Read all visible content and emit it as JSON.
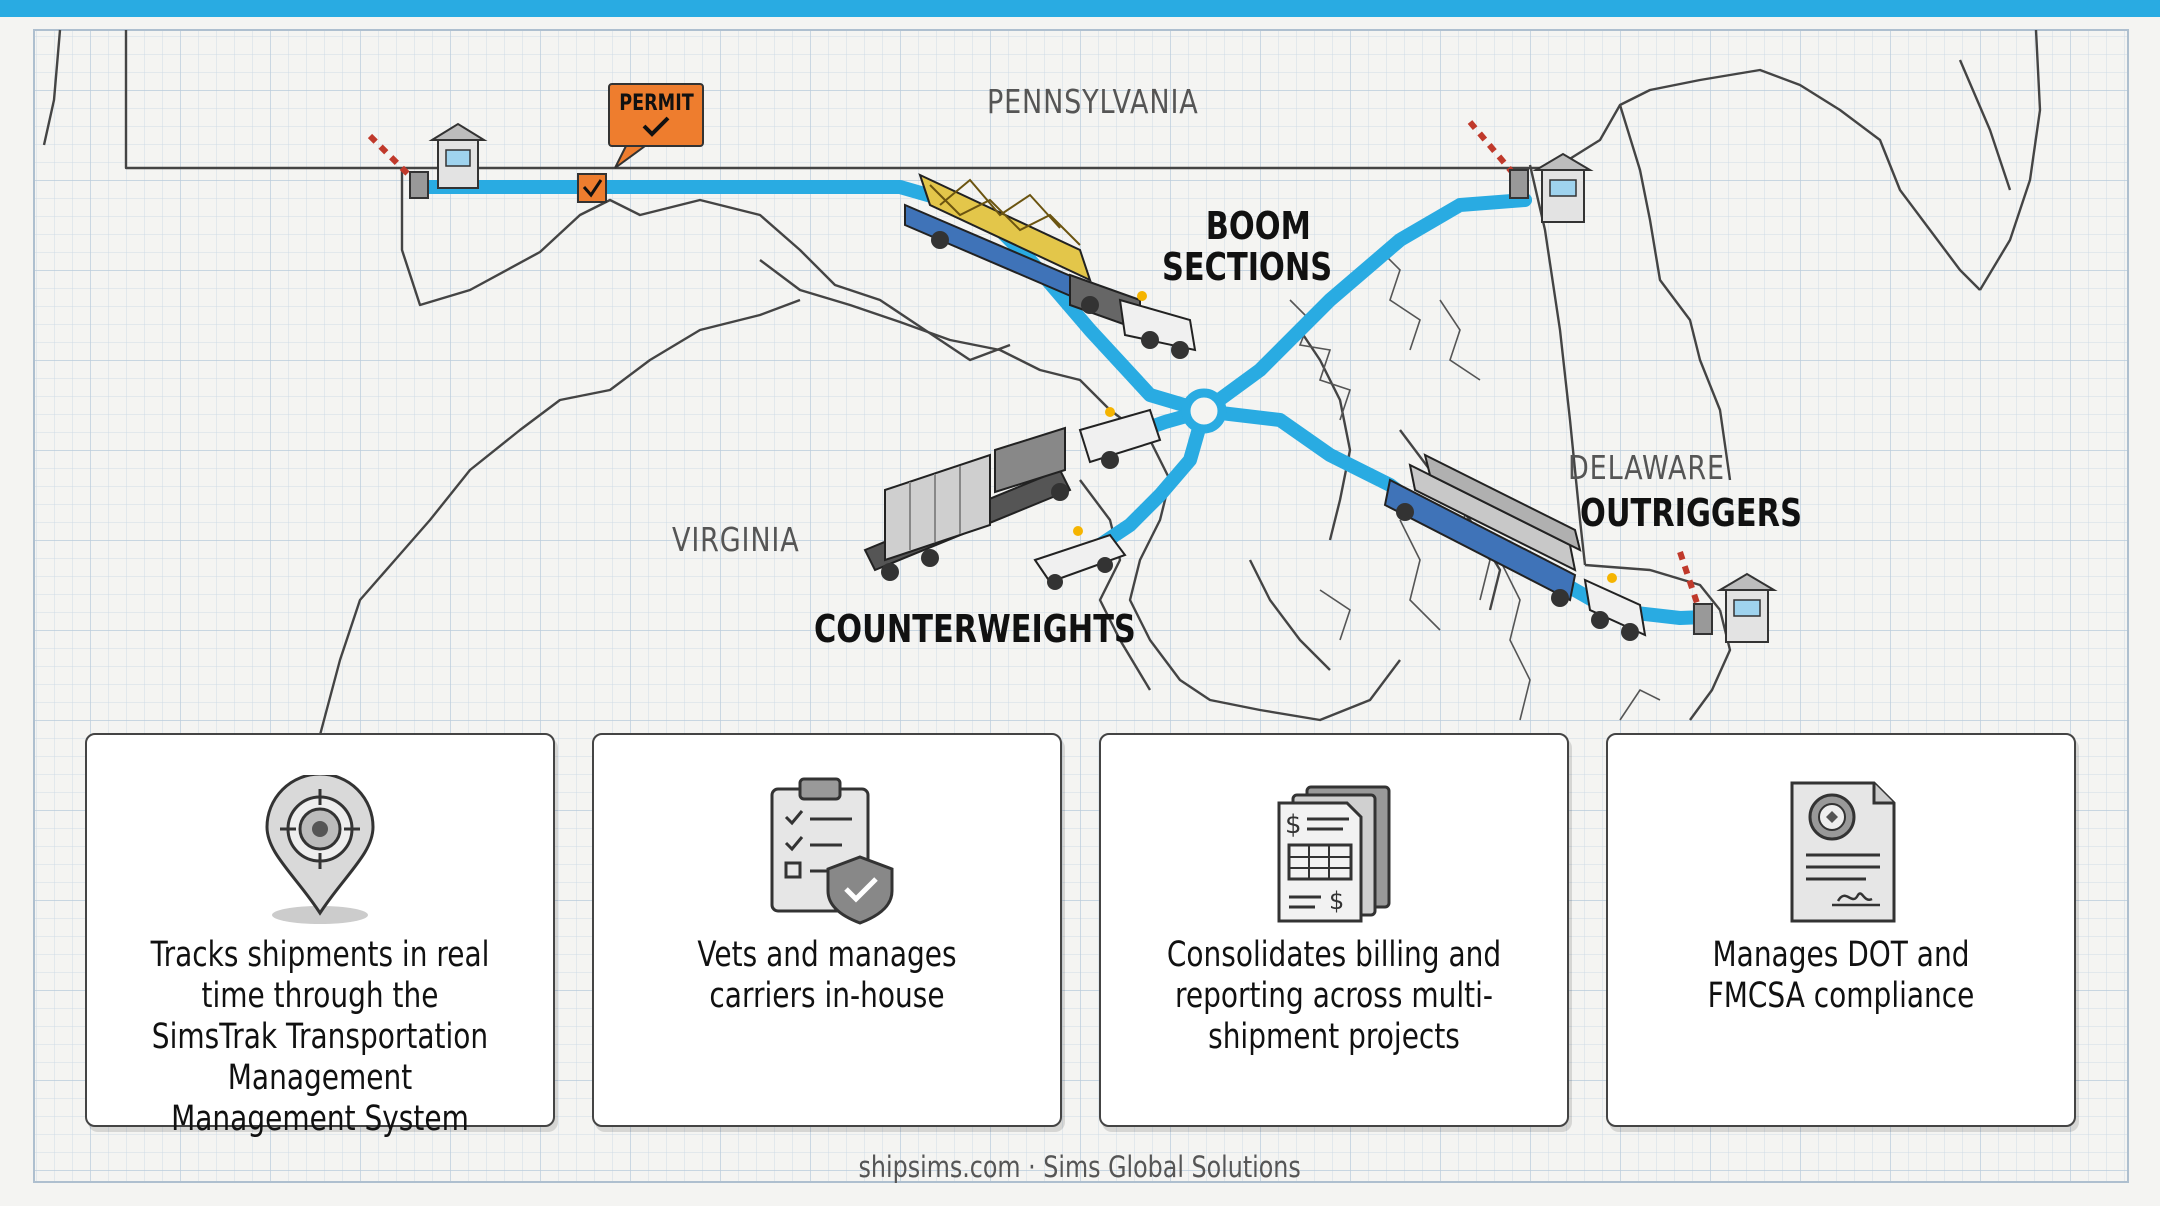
{
  "map": {
    "state_labels": {
      "pennsylvania": "PENNSYLVANIA",
      "virginia": "VIRGINIA",
      "delaware": "DELAWARE"
    },
    "cargo_labels": {
      "boom_line1": "BOOM",
      "boom_line2": "SECTIONS",
      "counterweights": "COUNTERWEIGHTS",
      "outriggers": "OUTRIGGERS"
    },
    "permit_label": "PERMIT",
    "route_color": "#29abe2",
    "permit_color": "#ee7d2e"
  },
  "cards": [
    {
      "icon": "location-pin-target-icon",
      "text": "Tracks shipments in real time through the SimsTrak Transportation Management Management System"
    },
    {
      "icon": "clipboard-checklist-shield-icon",
      "text": "Vets and manages carriers in-house"
    },
    {
      "icon": "billing-documents-icon",
      "text": "Consolidates billing and reporting across multi-shipment projects"
    },
    {
      "icon": "certificate-seal-document-icon",
      "text": "Manages DOT and FMCSA compliance"
    }
  ],
  "footer": "shipsims.com · Sims Global Solutions"
}
